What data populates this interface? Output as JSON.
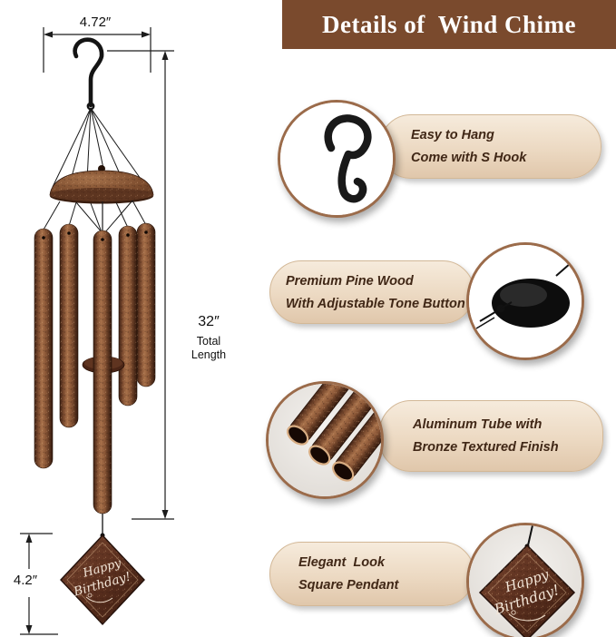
{
  "header": {
    "title": "Details of  Wind Chime"
  },
  "dimensions": {
    "width": "4.72″",
    "total_length_value": "32″",
    "total_length_label": "Total Length",
    "pendant_height": "4.2″"
  },
  "pendant": {
    "line1": "Happy",
    "line2": "Birthday!"
  },
  "features": [
    {
      "id": "easy-hang",
      "line1": "Easy to Hang",
      "line2": "Come with S Hook"
    },
    {
      "id": "pine-wood",
      "line1": "Premium Pine Wood",
      "line2": "With Adjustable Tone Button"
    },
    {
      "id": "aluminum-tube",
      "line1": "Aluminum Tube with",
      "line2": "Bronze Textured Finish"
    },
    {
      "id": "square-pendant",
      "line1": "Elegant  Look",
      "line2": "Square Pendant"
    }
  ],
  "colors": {
    "header_bg": "#7a4a2d",
    "header_text": "#ffffff",
    "box_bg": "#ecd9c2",
    "box_text": "#402716",
    "bronze": "#7a4a2e",
    "ring": "#9b6b4a"
  }
}
